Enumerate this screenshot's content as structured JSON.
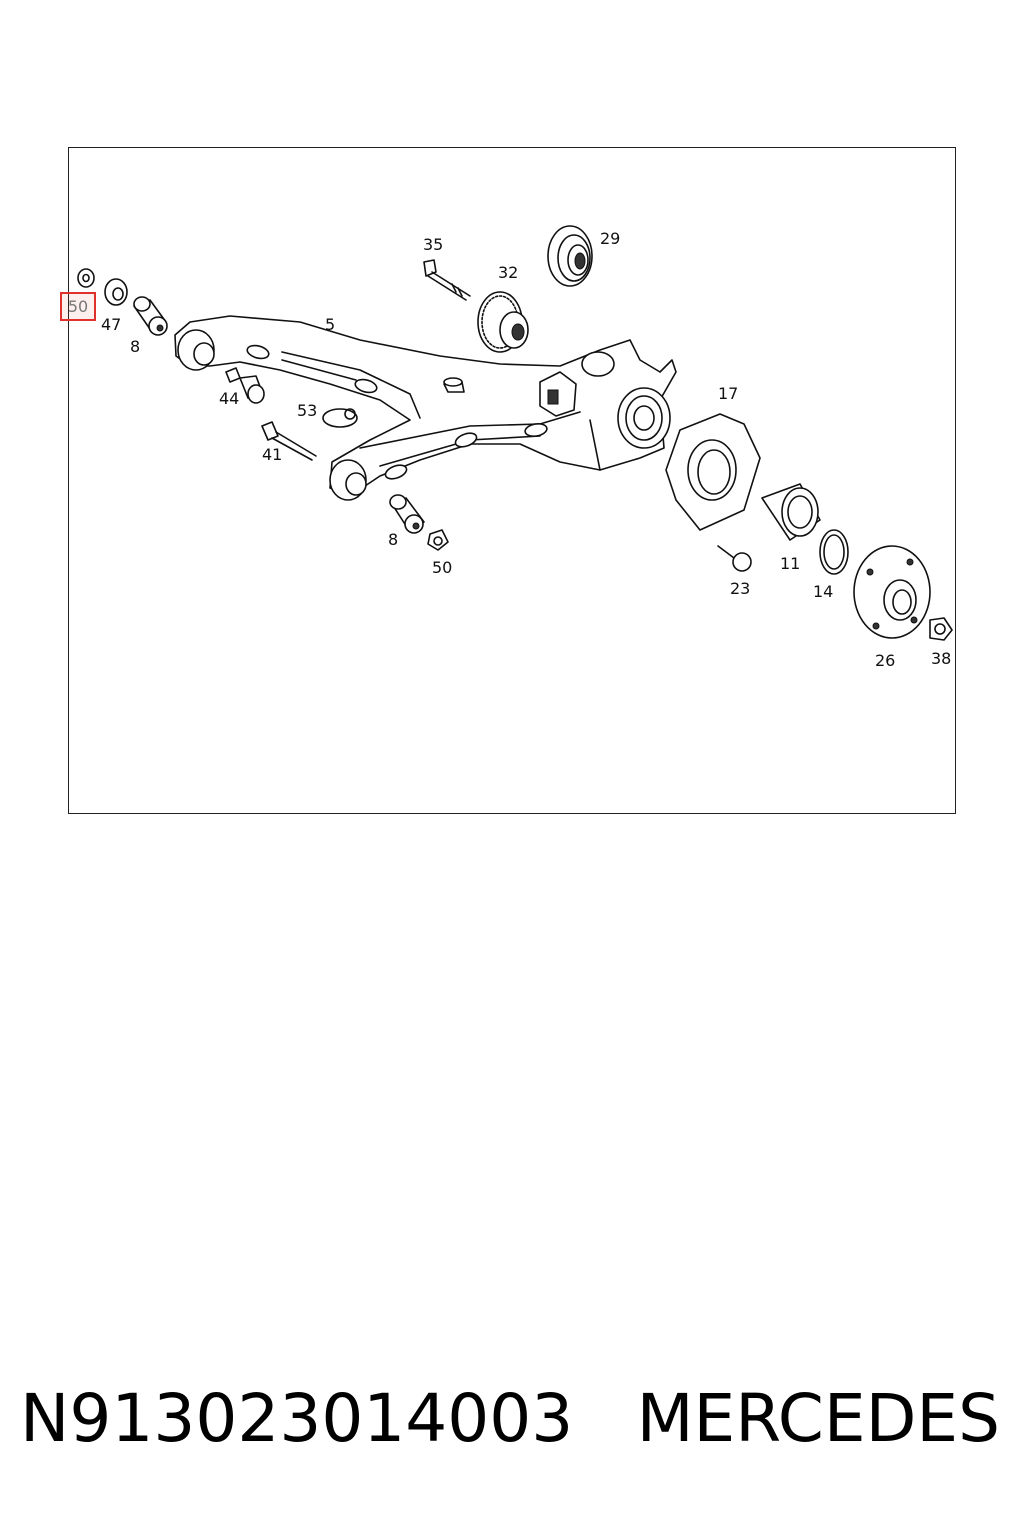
{
  "callouts": {
    "c50_top": "50",
    "c47": "47",
    "c8_top": "8",
    "c5": "5",
    "c35": "35",
    "c32": "32",
    "c29": "29",
    "c44": "44",
    "c53": "53",
    "c41": "41",
    "c8_bottom": "8",
    "c50_bottom": "50",
    "c17": "17",
    "c11": "11",
    "c23": "23",
    "c14": "14",
    "c26": "26",
    "c38": "38"
  },
  "highlight": {
    "label": "50",
    "color": "#e0302b"
  },
  "footer": {
    "part_number": "N913023014003",
    "brand": "MERCEDES"
  }
}
